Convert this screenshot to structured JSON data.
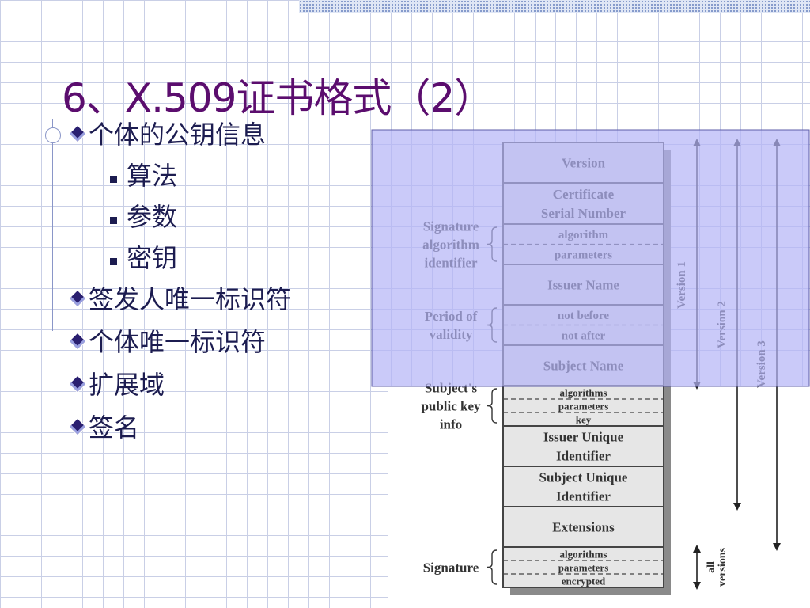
{
  "title": "6、X.509证书格式（2）",
  "bullets": [
    {
      "text": "个体的公钥信息",
      "sub": [
        "算法",
        "参数",
        "密钥"
      ]
    },
    {
      "text": "签发人唯一标识符"
    },
    {
      "text": "个体唯一标识符"
    },
    {
      "text": "扩展域"
    },
    {
      "text": "签名"
    }
  ],
  "diagram": {
    "fields": [
      {
        "label": "Version"
      },
      {
        "label": "Certificate\nSerial Number"
      },
      {
        "sub": [
          "algorithm",
          "parameters"
        ]
      },
      {
        "label": "Issuer Name"
      },
      {
        "sub": [
          "not before",
          "not after"
        ]
      },
      {
        "label": "Subject Name"
      },
      {
        "sub": [
          "algorithms",
          "parameters",
          "key"
        ]
      },
      {
        "label": "Issuer Unique\nIdentifier"
      },
      {
        "label": "Subject Unique\nIdentifier"
      },
      {
        "label": "Extensions"
      },
      {
        "sub": [
          "algorithms",
          "parameters",
          "encrypted"
        ]
      }
    ],
    "brace_labels": [
      {
        "text": "Signature\nalgorithm\nidentifier",
        "field": 2
      },
      {
        "text": "Period of\nvalidity",
        "field": 4
      },
      {
        "text": "Subject's\npublic key\ninfo",
        "field": 6
      },
      {
        "text": "Signature",
        "field": 10
      }
    ],
    "versions": [
      {
        "label": "Version 1",
        "to_field": 5
      },
      {
        "label": "Version 2",
        "to_field": 8
      },
      {
        "label": "Version 3",
        "to_field": 9
      },
      {
        "label": "all\nversions",
        "from_field": 10,
        "to_field": 10
      }
    ],
    "colors": {
      "highlight": "#b4b4f6",
      "box_fill": "#e6e6e6",
      "box_text": "#333333",
      "title": "#5b0d6e",
      "text": "#1c1c50"
    }
  }
}
